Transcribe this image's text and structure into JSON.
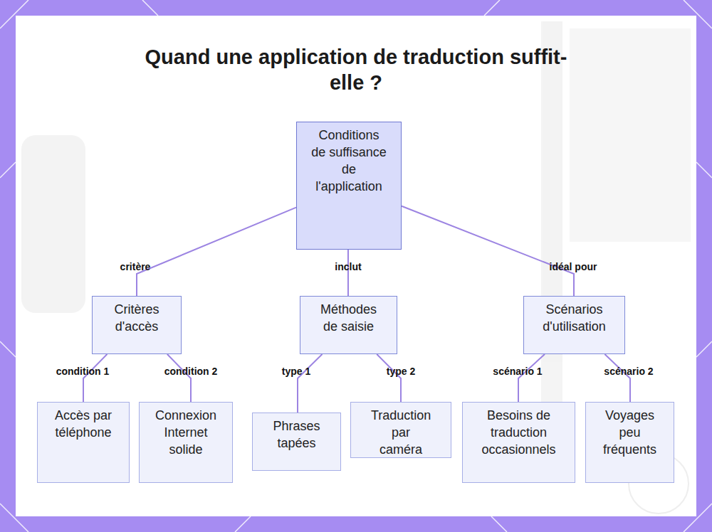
{
  "diagram": {
    "title": "Quand une application de traduction suffit-elle ?",
    "nodes": [
      {
        "text": [
          "Conditions de suffisance de l'application"
        ]
      },
      {
        "text": [
          "Critères d'accès"
        ]
      },
      {
        "text": [
          "Méthodes de saisie"
        ]
      },
      {
        "text": [
          "Scénarios d'utilisation"
        ]
      },
      {
        "text": [
          "Accès par téléphone"
        ]
      },
      {
        "text": [
          "Connexion Internet solide"
        ]
      },
      {
        "text": [
          "Phrases tapées"
        ]
      },
      {
        "text": [
          "Traduction par caméra"
        ]
      },
      {
        "text": [
          "Besoins de traduction occasionnels"
        ]
      },
      {
        "text": [
          "Voyages peu fréquents"
        ]
      }
    ],
    "edges": [
      {
        "from": 0,
        "to": 1,
        "label": "critère",
        "arrow": "none"
      },
      {
        "from": 0,
        "to": 2,
        "label": "inclut",
        "arrow": "none"
      },
      {
        "from": 0,
        "to": 3,
        "label": "idéal pour",
        "arrow": "none"
      },
      {
        "from": 1,
        "to": 4,
        "label": "condition 1",
        "arrow": "none"
      },
      {
        "from": 1,
        "to": 5,
        "label": "condition 2",
        "arrow": "none"
      },
      {
        "from": 2,
        "to": 6,
        "label": "type 1",
        "arrow": "none"
      },
      {
        "from": 2,
        "to": 7,
        "label": "type 2",
        "arrow": "none"
      },
      {
        "from": 3,
        "to": 8,
        "label": "scénario 1",
        "arrow": "none"
      },
      {
        "from": 3,
        "to": 9,
        "label": "scénario 2",
        "arrow": "none"
      }
    ]
  }
}
